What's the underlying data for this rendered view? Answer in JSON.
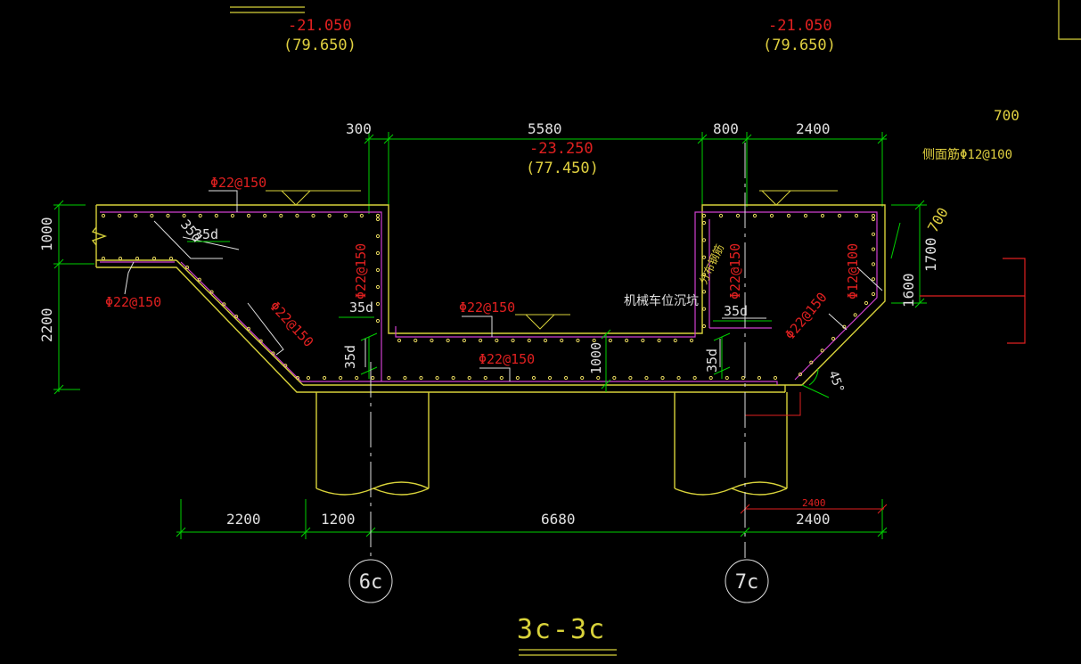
{
  "colors": {
    "background": "#000000",
    "concrete": "#d8d23a",
    "rebar": "#d040d0",
    "dimension": "#00d000",
    "text_white": "#e0e0e0",
    "text_red": "#e02020",
    "text_yellow": "#e0d040",
    "dots": "#e8d860"
  },
  "elevations": {
    "top_left_red": "-21.050",
    "top_left_yellow": "(79.650)",
    "top_right_red": "-21.050",
    "top_right_yellow": "(79.650)",
    "pit_red": "-23.250",
    "pit_yellow": "(77.450)"
  },
  "top_dims": {
    "d300": "300",
    "d5580": "5580",
    "d800": "800",
    "d2400": "2400",
    "d700_far": "700",
    "side_rebar": "侧面筋Φ12@100"
  },
  "left_dims": {
    "d1000": "1000",
    "d2200": "2200"
  },
  "right_dims": {
    "d700": "700",
    "d1700": "1700",
    "d1600": "1600"
  },
  "rebar_labels": {
    "top_left": "Φ22@150",
    "left_lower": "Φ22@150",
    "left_slope": "Φ22@150",
    "left_wall": "Φ22@150",
    "pit_top": "Φ22@150",
    "pit_bottom": "Φ22@150",
    "right_wall": "Φ22@150",
    "right_slope": "Φ22@150",
    "right_side": "Φ12@100",
    "distribution": "分布钢筋"
  },
  "anchor_labels": {
    "a1": "35d",
    "a2": "35d",
    "a3": "35d",
    "a4": "35d",
    "a5": "35d",
    "a6": "35d"
  },
  "misc": {
    "pit_note": "机械车位沉坑",
    "d1000_center": "1000",
    "angle": "45°"
  },
  "bottom_dims": {
    "d2200": "2200",
    "d1200": "1200",
    "d6680": "6680",
    "d2400": "2400",
    "d2400_red": "2400"
  },
  "axes": {
    "left": "6c",
    "right": "7c"
  },
  "section_title": "3c-3c"
}
